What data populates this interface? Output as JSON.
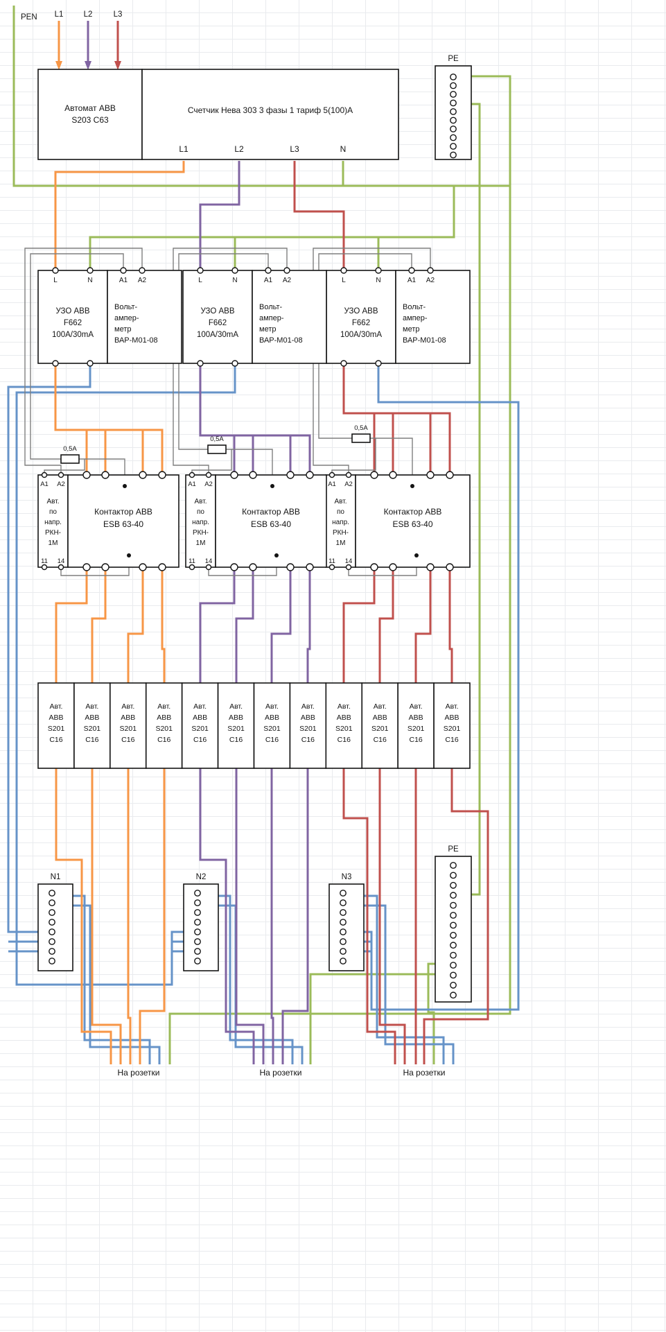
{
  "colors": {
    "l1": "#F79646",
    "l2": "#8064A2",
    "l3": "#C0504D",
    "pe": "#9BBB59",
    "n": "#6693C8",
    "ctl": "#7F7F7F",
    "stroke": "#141414",
    "grid": "#E9EBEE"
  },
  "incoming": {
    "pen": "PEN",
    "l1": "L1",
    "l2": "L2",
    "l3": "L3"
  },
  "main_breaker": {
    "line1": "Автомат ABB",
    "line2": "S203 C63"
  },
  "meter": {
    "title": "Счетчик Нева 303 3 фазы 1 тариф 5(100)А",
    "terminals": [
      "L1",
      "L2",
      "L3",
      "N"
    ]
  },
  "uzo": {
    "line1": "УЗО ABB",
    "line2": "F662",
    "line3": "100A/30mA",
    "t1": "L",
    "t2": "N"
  },
  "voltmeter": {
    "line1": "Вольт-",
    "line2": "ампер-",
    "line3": "метр",
    "line4": "ВАР-М01-08",
    "t1": "А1",
    "t2": "А2"
  },
  "fuse": {
    "label": "0,5А"
  },
  "rkn": {
    "line1": "Авт.",
    "line2": "по",
    "line3": "напр.",
    "line4": "РКН-",
    "line5": "1М",
    "t1": "А1",
    "t2": "А2",
    "t3": "11",
    "t4": "14"
  },
  "contactor": {
    "line1": "Контактор ABB",
    "line2": "ESB 63-40"
  },
  "breaker": {
    "count": 12,
    "line1": "Авт.",
    "line2": "ABB",
    "line3": "S201",
    "line4": "С16"
  },
  "busbars": {
    "pe_top": "PE",
    "n1": "N1",
    "n2": "N2",
    "n3": "N3",
    "pe_bottom": "PE"
  },
  "outlets": {
    "label": "На розетки"
  }
}
